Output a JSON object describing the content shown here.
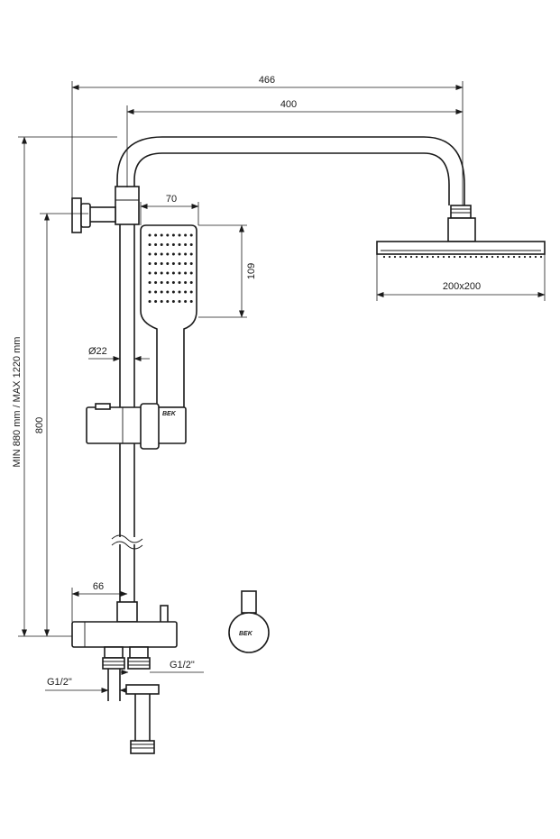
{
  "dimensions": {
    "overall_width": "466",
    "arm_length": "400",
    "hand_shower_width": "70",
    "hand_shower_height": "109",
    "rail_diameter": "Ø22",
    "rail_length": "800",
    "height_range": "MIN 880 mm / MAX 1220 mm",
    "head_size": "200x200",
    "mixer_offset": "66",
    "inlet_left": "G1/2\"",
    "inlet_right": "G1/2\""
  },
  "logo": {
    "text": "BEK"
  },
  "colors": {
    "line": "#1a1a1a",
    "background": "#ffffff"
  }
}
